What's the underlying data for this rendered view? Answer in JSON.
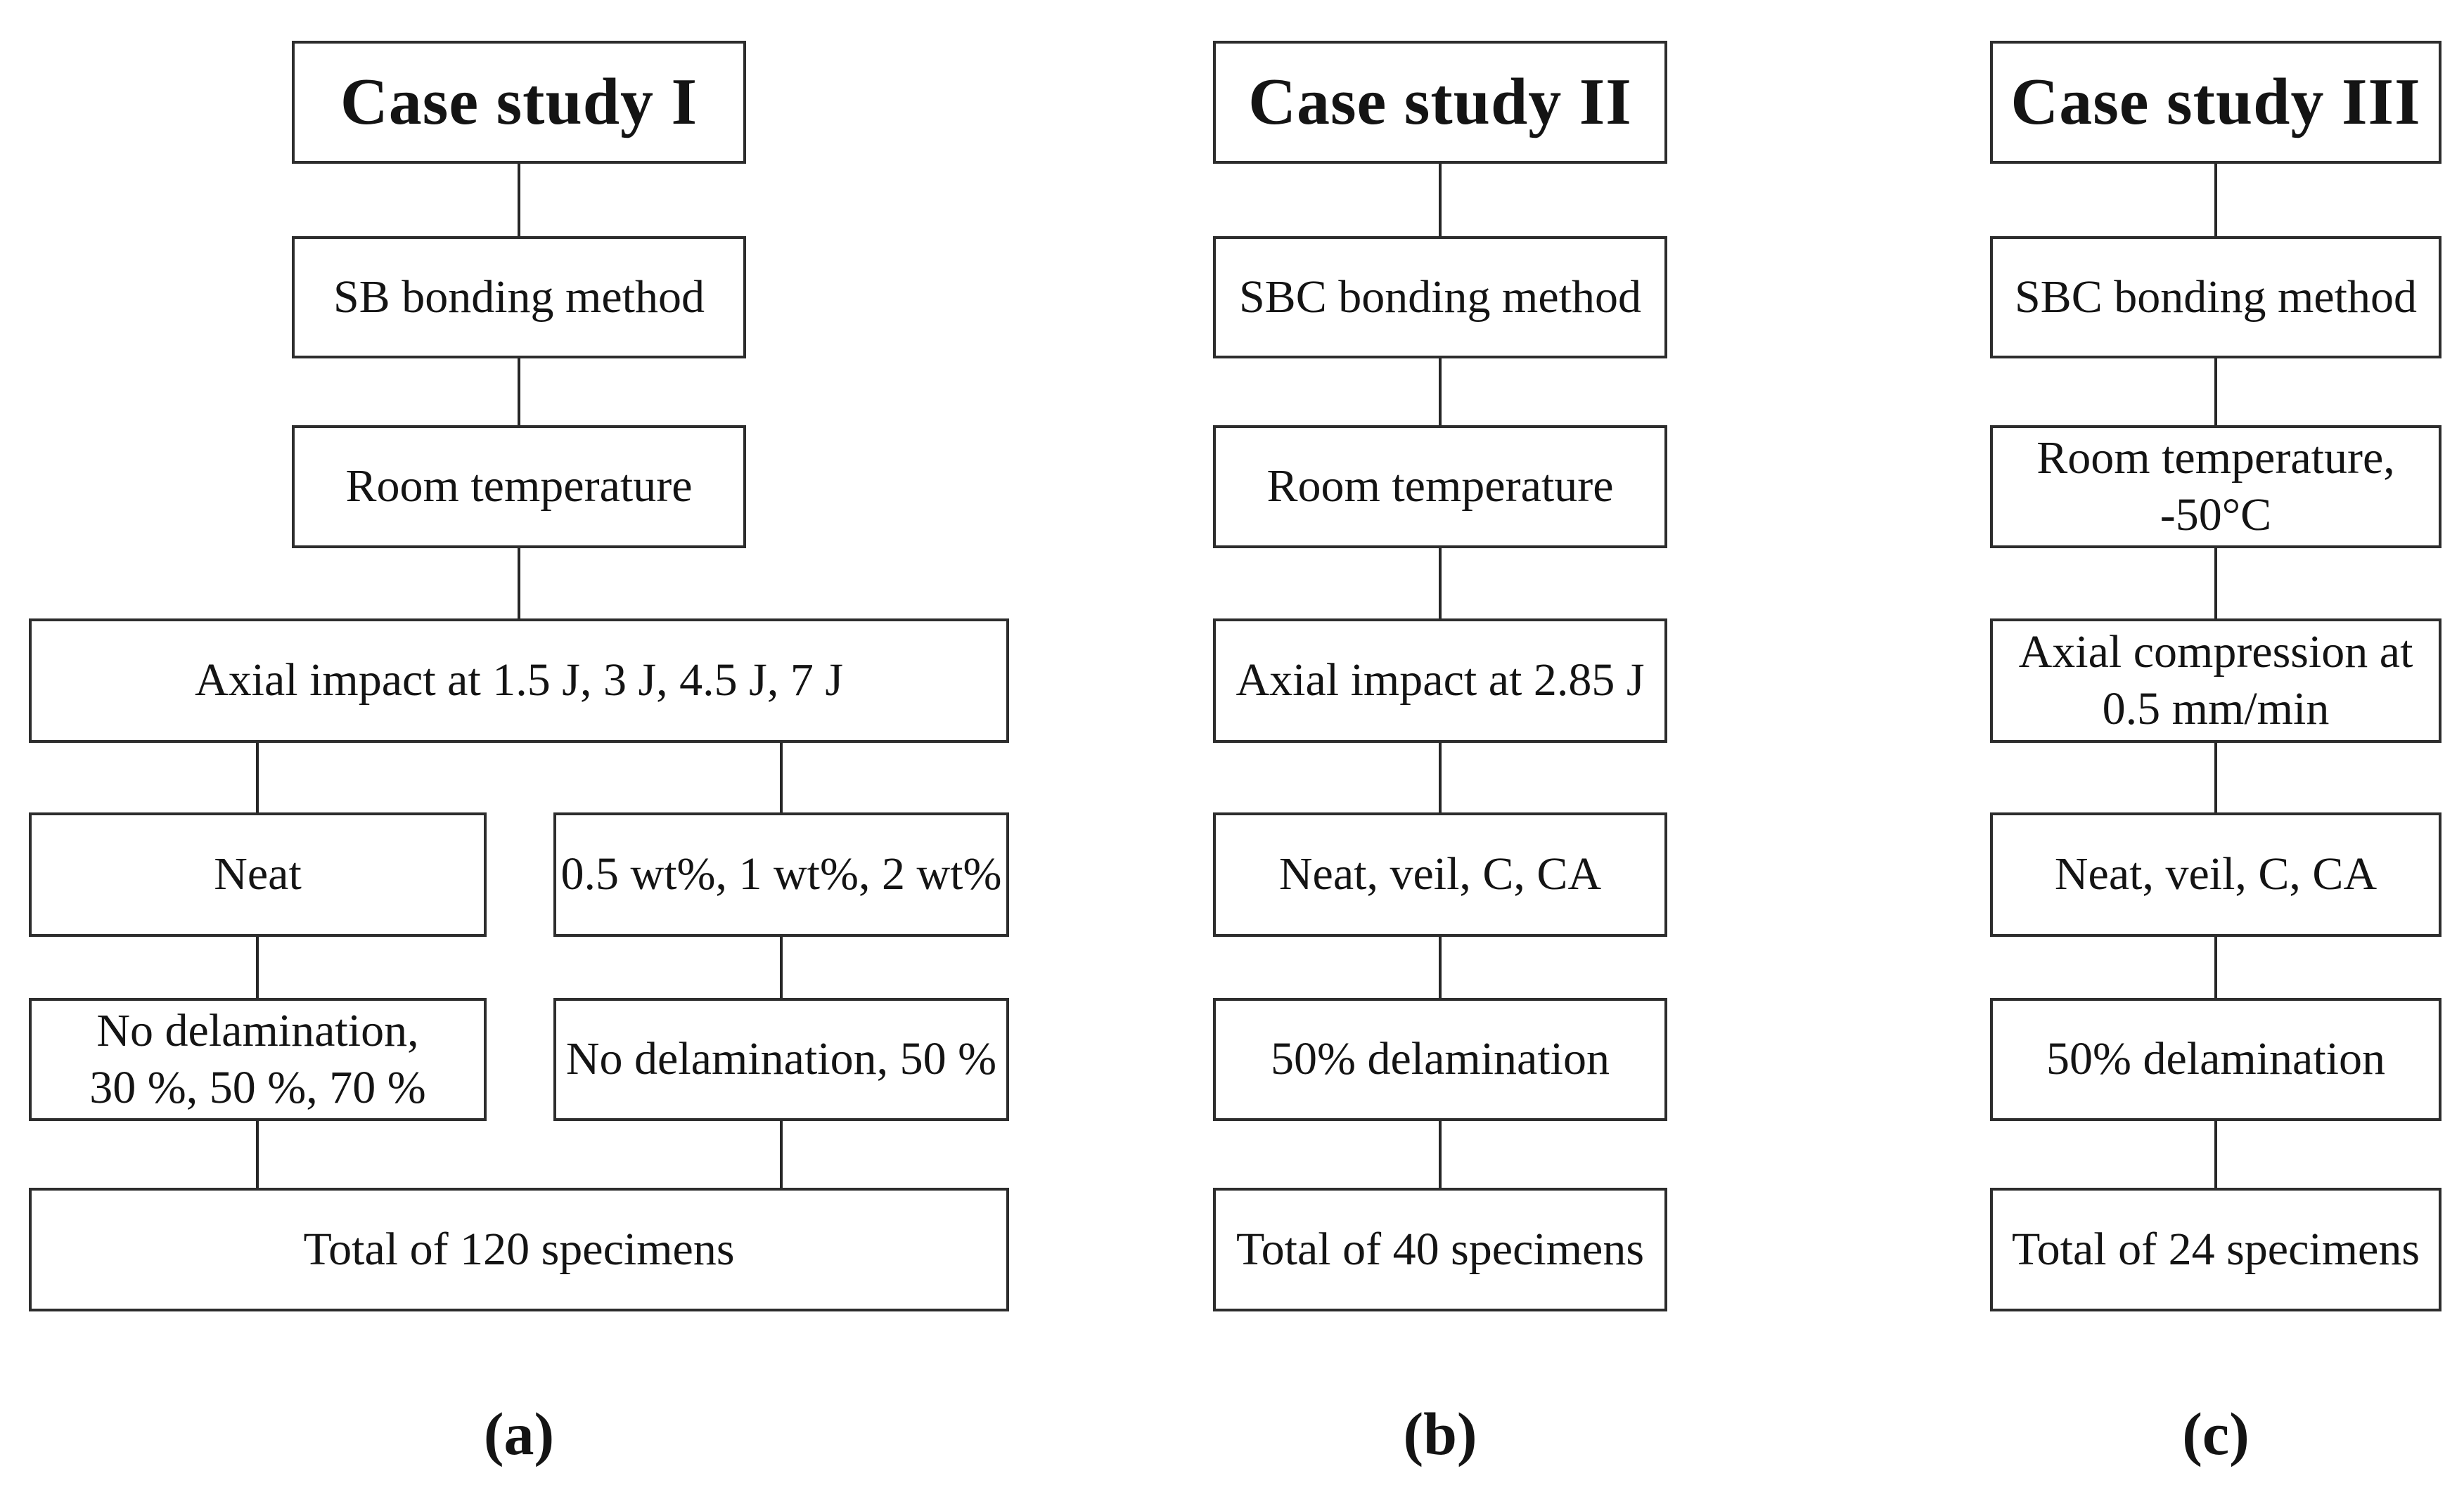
{
  "colors": {
    "background": "#ffffff",
    "box_border": "#2d2d2d",
    "text": "#141414"
  },
  "columns": [
    {
      "caption": "(a)",
      "title": "Case study I",
      "bonding_method": "SB bonding method",
      "temperature_lines": [
        "Room temperature"
      ],
      "loading_lines": [
        "Axial impact at 1.5 J, 3 J, 4.5 J, 7 J"
      ],
      "branch_left": "Neat",
      "branch_right": "0.5 wt%, 1 wt%, 2 wt%",
      "delamination_left_lines": [
        "No delamination,",
        "30 %, 50 %, 70 %"
      ],
      "delamination_right": "No delamination, 50 %",
      "total": "Total of 120 specimens"
    },
    {
      "caption": "(b)",
      "title": "Case study II",
      "bonding_method": "SBC bonding method",
      "temperature_lines": [
        "Room temperature"
      ],
      "loading_lines": [
        "Axial impact at 2.85 J"
      ],
      "materials": "Neat, veil, C, CA",
      "delamination": "50% delamination",
      "total": "Total of 40 specimens"
    },
    {
      "caption": "(c)",
      "title": "Case study III",
      "bonding_method": "SBC bonding method",
      "temperature_lines": [
        "Room temperature,",
        "-50°C"
      ],
      "loading_lines": [
        "Axial compression at",
        "0.5 mm/min"
      ],
      "materials": "Neat, veil, C, CA",
      "delamination": "50% delamination",
      "total": "Total of 24 specimens"
    }
  ]
}
